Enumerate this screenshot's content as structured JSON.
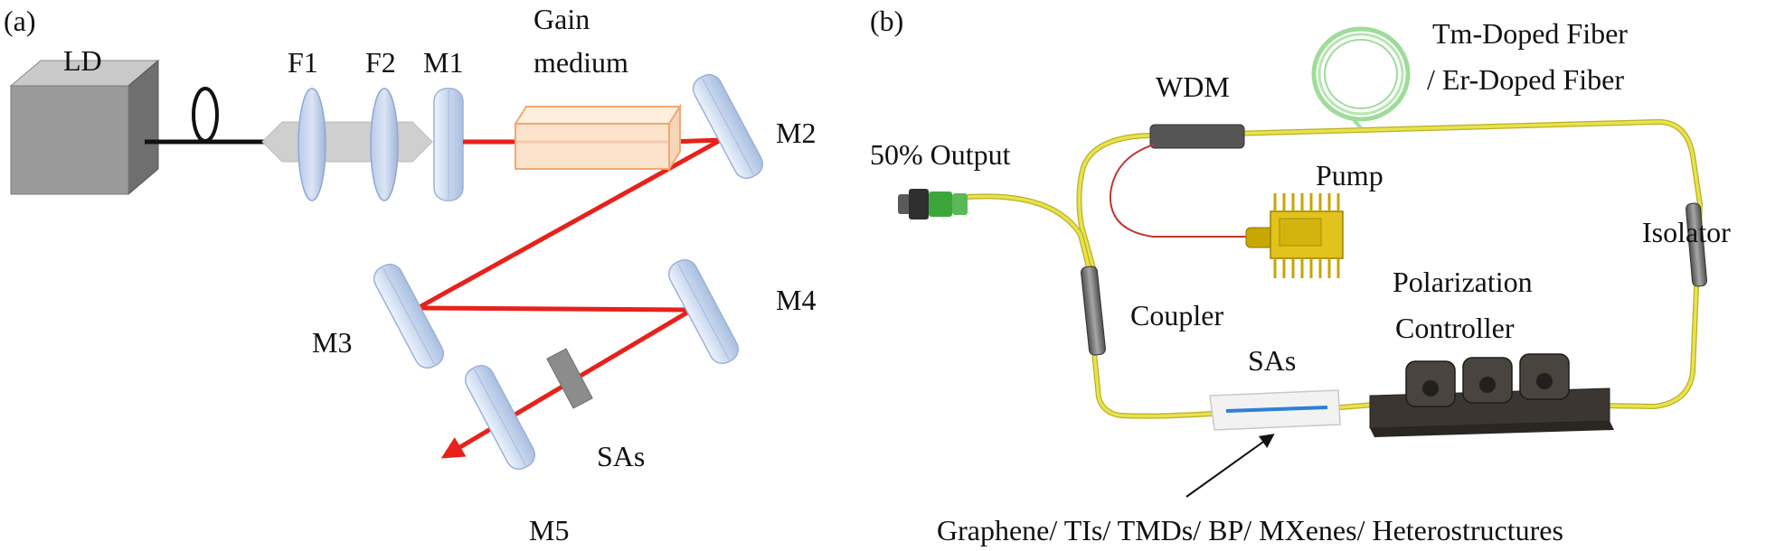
{
  "panel_a": {
    "tag": "(a)",
    "labels": {
      "ld": "LD",
      "f1": "F1",
      "f2": "F2",
      "m1": "M1",
      "gain_line1": "Gain",
      "gain_line2": "medium",
      "m2": "M2",
      "m3": "M3",
      "m4": "M4",
      "m5": "M5",
      "sas": "SAs"
    }
  },
  "panel_b": {
    "tag": "(b)",
    "labels": {
      "fiber_line1": "Tm-Doped Fiber",
      "fiber_line2": "/ Er-Doped Fiber",
      "wdm": "WDM",
      "output": "50% Output",
      "pump": "Pump",
      "isolator": "Isolator",
      "polarization_line1": "Polarization",
      "polarization_line2": "Controller",
      "coupler": "Coupler",
      "sas": "SAs",
      "materials": "Graphene/ TIs/ TMDs/ BP/ MXenes/ Heterostructures"
    }
  },
  "colors": {
    "laser_beam": "#e8211a",
    "fiber_yellow": "#e9e24a",
    "fiber_outline": "#b9b02a",
    "mirror_blue": "#c8d7ee",
    "gain_fill": "#fbe3cc",
    "gain_stroke": "#f0a874",
    "box_gray": "#9a9a9a",
    "coil_green": "#9fdc9a"
  }
}
